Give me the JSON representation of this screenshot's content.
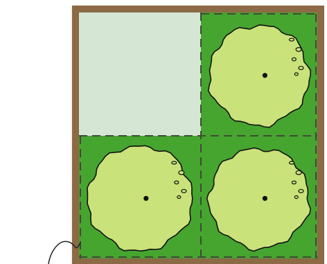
{
  "colors": {
    "frame": "#8b6a45",
    "empty_cell": "#d6e6d4",
    "cell_ground": "#46a52f",
    "plant_fill": "#c9e27a",
    "outline": "#111111",
    "divider": "#3f4a36"
  },
  "grid": {
    "rows": 2,
    "cols": 2,
    "cells": [
      {
        "row": 0,
        "col": 0,
        "state": "empty"
      },
      {
        "row": 0,
        "col": 1,
        "state": "planted"
      },
      {
        "row": 1,
        "col": 0,
        "state": "planted"
      },
      {
        "row": 1,
        "col": 1,
        "state": "planted"
      }
    ]
  }
}
